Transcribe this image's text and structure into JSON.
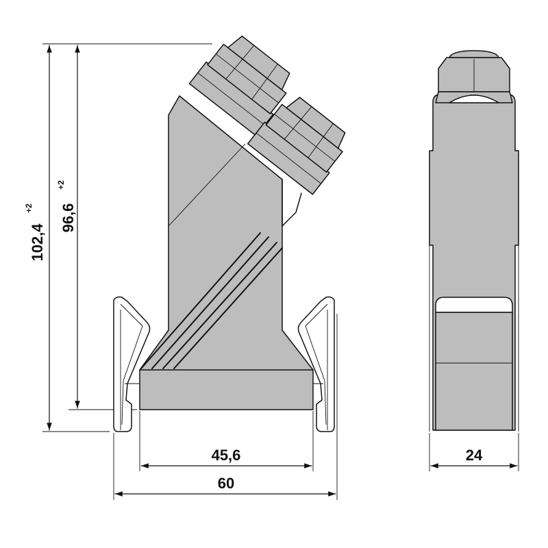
{
  "dimensions": {
    "overall_height": {
      "value": "102,4",
      "tolerance": "+2"
    },
    "base_height": {
      "value": "96,6",
      "tolerance": "+2"
    },
    "inner_width": "45,6",
    "overall_width": "60",
    "depth": "24"
  },
  "colors": {
    "housing_fill": "#bdbdbd",
    "line": "#111111",
    "background": "#ffffff"
  }
}
